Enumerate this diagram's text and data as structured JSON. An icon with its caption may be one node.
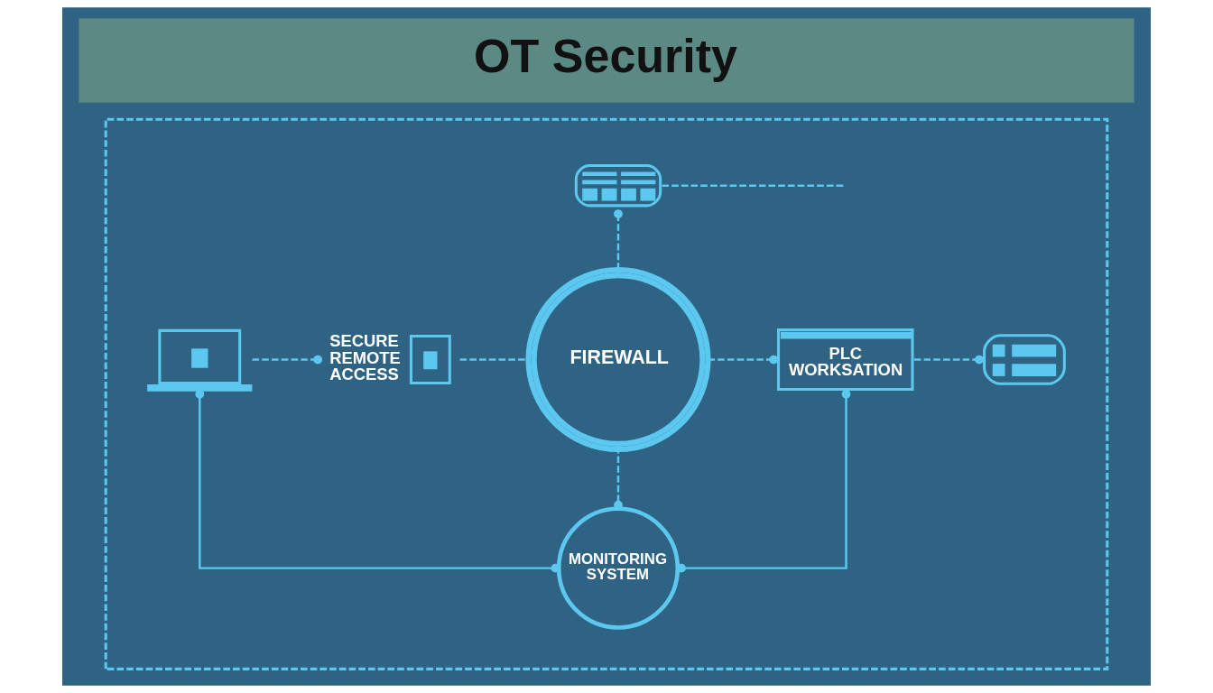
{
  "diagram": {
    "title": "OT Security",
    "nodes": [
      {
        "text": [],
        "shape": "box"
      },
      {
        "text": [],
        "shape": "picture",
        "in": 0
      },
      {
        "text": [],
        "shape": "picture",
        "in": 0
      },
      {
        "text": [
          "SECURE REMOTE ACCESS"
        ],
        "in": 0
      },
      {
        "text": [
          "FIREWALL"
        ],
        "in": 0
      },
      {
        "text": [
          "PLC WORKSATION"
        ],
        "in": 0
      },
      {
        "text": [],
        "shape": "picture",
        "in": 0
      },
      {
        "text": [
          "MONITORING SYSTEM"
        ],
        "in": 0
      }
    ],
    "edges": [
      {
        "from": 2,
        "to": 3,
        "arrow": "other",
        "style": "dashed"
      },
      {
        "from": 3,
        "to": 4,
        "arrow": "none",
        "style": "dashed"
      },
      {
        "from": 4,
        "to": 1,
        "arrow": "other",
        "style": "dashed"
      },
      {
        "from": 1,
        "to": null,
        "arrow": "none",
        "style": "dashed"
      },
      {
        "from": 4,
        "to": 5,
        "arrow": "other",
        "style": "dashed"
      },
      {
        "from": 5,
        "to": 6,
        "arrow": "other",
        "style": "dashed"
      },
      {
        "from": 7,
        "to": 4,
        "arrow": "other",
        "style": "dashed"
      },
      {
        "from": 2,
        "to": 7,
        "arrow": "other"
      },
      {
        "from": 5,
        "to": 7,
        "arrow": "other"
      }
    ]
  }
}
